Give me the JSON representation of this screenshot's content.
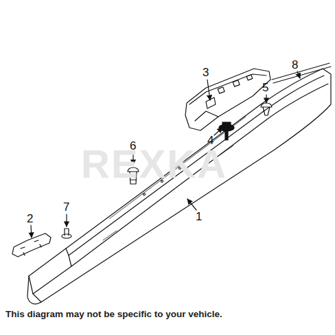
{
  "diagram": {
    "caption": "This diagram may not be specific to your vehicle.",
    "labels": [
      "REXKA",
      "3",
      "8",
      "5",
      "4",
      "6",
      "2",
      "7",
      "1"
    ]
  }
}
